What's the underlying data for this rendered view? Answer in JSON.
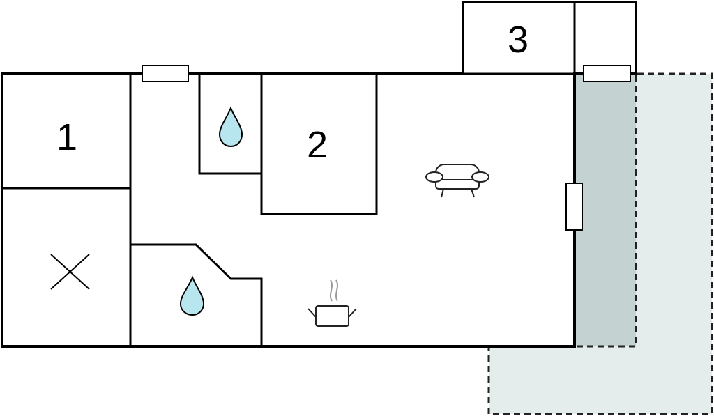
{
  "rooms": {
    "bedroom_1": "1",
    "bedroom_2": "2",
    "bedroom_3": "3"
  },
  "icons": {
    "water_drop": "water-drop-icon",
    "sofa": "sofa-icon",
    "cooking_pot": "cooking-pot-icon",
    "cross": "cross-mark-icon",
    "window": "window-icon"
  },
  "colors": {
    "wall": "#000000",
    "terrace_fill": "#e5ecec",
    "covered_terrace_fill": "#c4d2d2",
    "water": "#b8e6ee",
    "icon_stroke": "#222222",
    "steam": "#999999"
  }
}
